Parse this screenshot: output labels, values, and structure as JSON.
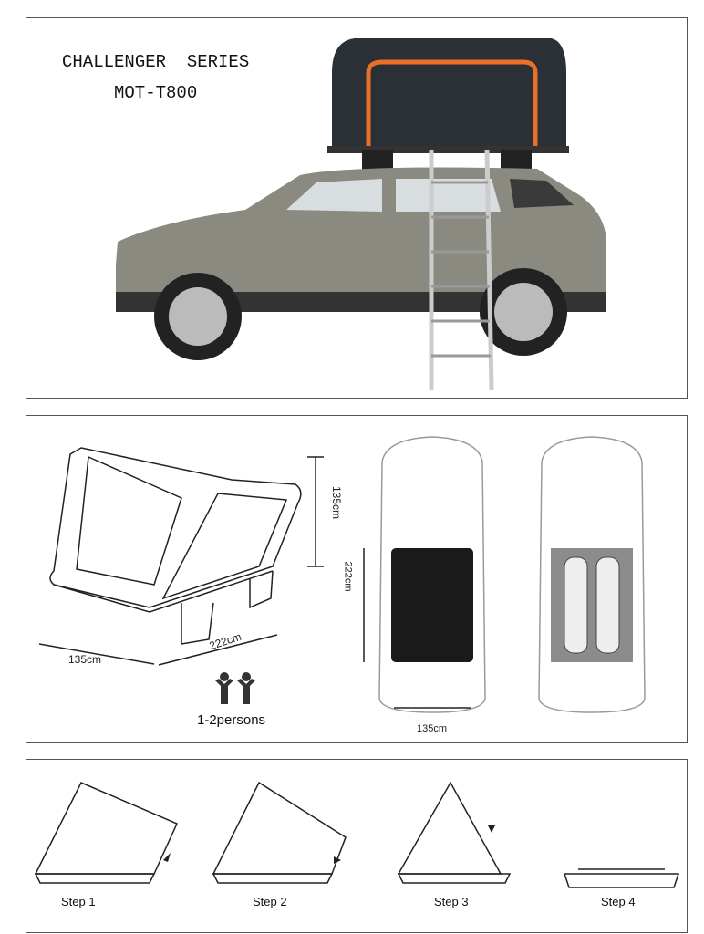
{
  "header": {
    "series": "CHALLENGER  SERIES",
    "model": "MOT-T800"
  },
  "dimensions": {
    "height": "135cm",
    "length": "222cm",
    "width": "135cm",
    "car_length": "222cm",
    "car_width": "135cm",
    "capacity": "1-2persons"
  },
  "steps": [
    "Step 1",
    "Step 2",
    "Step 3",
    "Step 4"
  ],
  "colors": {
    "tent": "#2b2f36",
    "accent": "#e8702a",
    "car": "#8a8a80"
  }
}
